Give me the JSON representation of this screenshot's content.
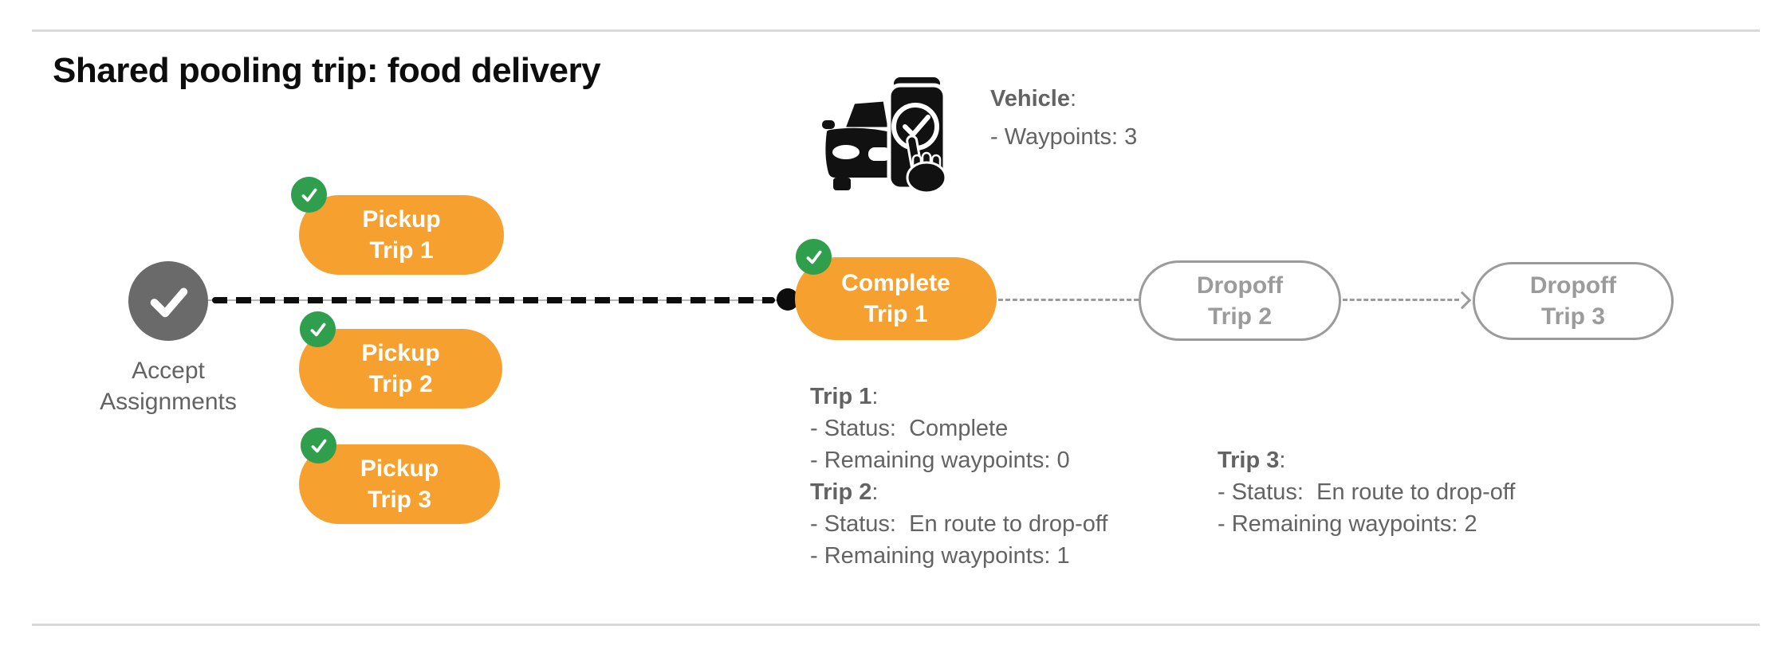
{
  "title": "Shared pooling trip: food delivery",
  "colors": {
    "orange": "#F5A02F",
    "green": "#2F9F4D",
    "nodegray": "#6A6A6A",
    "textgray": "#636363",
    "muted": "#9B9B9B",
    "dashblack": "#0D0D0D",
    "rule": "#D9D9D9",
    "baseline": "#B5B5B5"
  },
  "vehicle": {
    "icon": "car-with-phone-check",
    "name": "Vehicle",
    "separator": ":",
    "detail": "- Waypoints: 3"
  },
  "flow": {
    "start": {
      "label_line1": "Accept",
      "label_line2": "Assignments"
    },
    "pickups": [
      {
        "line1": "Pickup",
        "line2": "Trip 1"
      },
      {
        "line1": "Pickup",
        "line2": "Trip 2"
      },
      {
        "line1": "Pickup",
        "line2": "Trip 3"
      }
    ],
    "complete": {
      "line1": "Complete",
      "line2": "Trip 1"
    },
    "dropoffs": [
      {
        "line1": "Dropoff",
        "line2": "Trip 2"
      },
      {
        "line1": "Dropoff",
        "line2": "Trip 3"
      }
    ]
  },
  "trip_status": [
    {
      "name": "Trip 1",
      "separator": ":",
      "lines": [
        "- Status:  Complete",
        "- Remaining waypoints: 0"
      ]
    },
    {
      "name": "Trip 2",
      "separator": ":",
      "lines": [
        "- Status:  En route to drop-off",
        "- Remaining waypoints: 1"
      ]
    },
    {
      "name": "Trip 3",
      "separator": ":",
      "lines": [
        "- Status:  En route to drop-off",
        "- Remaining waypoints: 2"
      ]
    }
  ]
}
